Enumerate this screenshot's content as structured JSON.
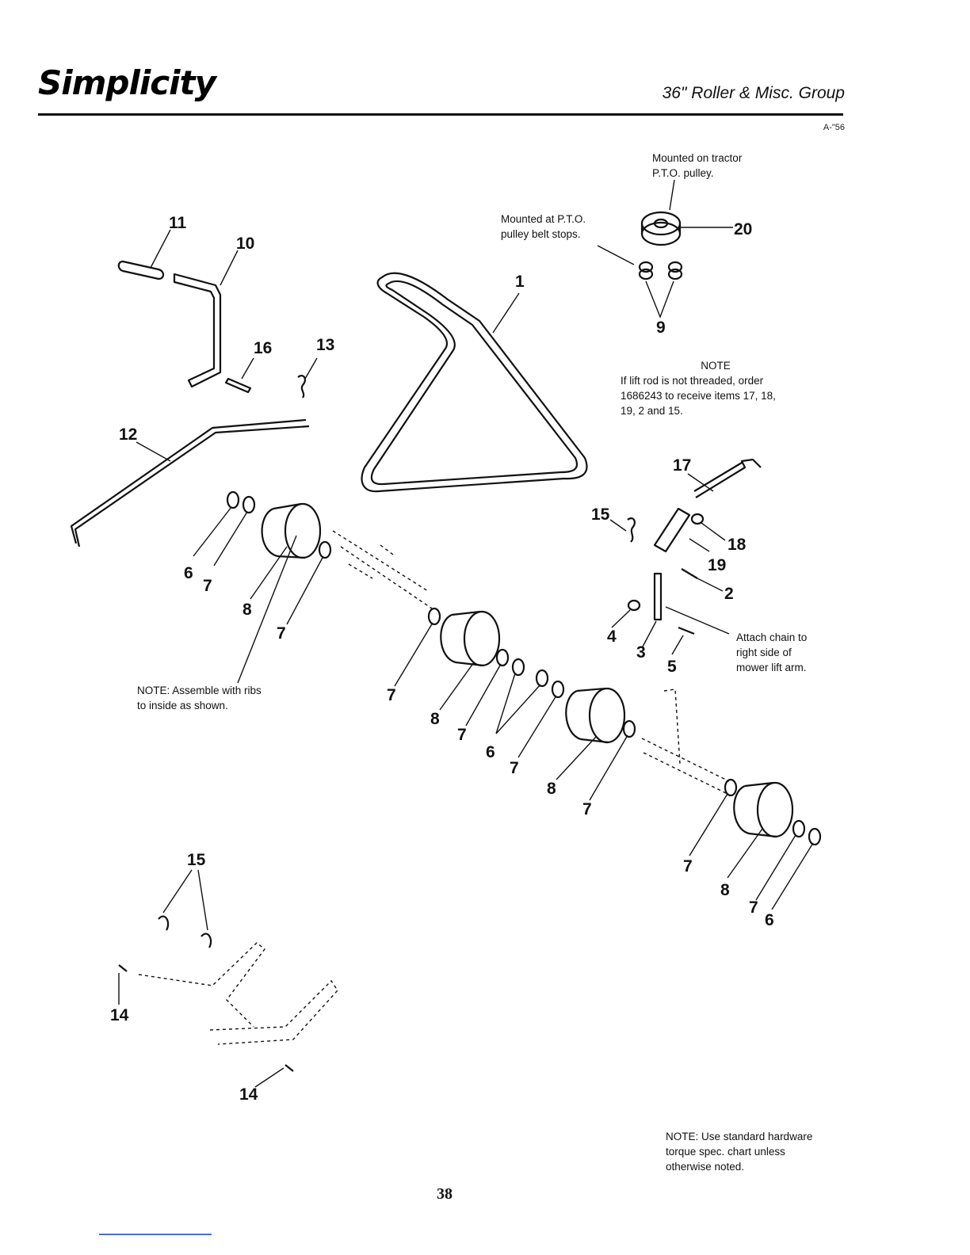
{
  "header": {
    "brand": "Simplicity",
    "group_title": "36\" Roller & Misc. Group",
    "drawing_code": "A-\"56"
  },
  "notes": {
    "tractor_pulley": [
      "Mounted on tractor",
      "P.T.O. pulley."
    ],
    "belt_stops": [
      "Mounted at P.T.O.",
      "pulley belt stops."
    ],
    "lift_rod_title": "NOTE",
    "lift_rod": [
      "If lift rod is not threaded, order",
      "1686243 to receive items 17, 18,",
      "19, 2 and 15."
    ],
    "chain": [
      "Attach chain to",
      "right side of",
      "mower lift arm."
    ],
    "ribs": [
      "NOTE: Assemble with ribs",
      "to inside as shown."
    ],
    "torque": [
      "NOTE: Use standard hardware",
      "torque spec. chart unless",
      "otherwise noted."
    ]
  },
  "callouts": {
    "c20": "20",
    "c9": "9",
    "c1": "1",
    "c11": "11",
    "c10": "10",
    "c16": "16",
    "c13": "13",
    "c12": "12",
    "c17": "17",
    "c15a": "15",
    "c18": "18",
    "c19": "19",
    "c2": "2",
    "c4": "4",
    "c3": "3",
    "c5": "5",
    "c6a": "6",
    "c7a": "7",
    "c8a": "8",
    "c7b": "7",
    "c7c": "7",
    "c8b": "8",
    "c7d": "7",
    "c6b": "6",
    "c7e": "7",
    "c8c": "8",
    "c7f": "7",
    "c7g": "7",
    "c8d": "8",
    "c7h": "7",
    "c6c": "6",
    "c15b": "15",
    "c14a": "14",
    "c14b": "14"
  },
  "footer": {
    "page_number": "38"
  }
}
